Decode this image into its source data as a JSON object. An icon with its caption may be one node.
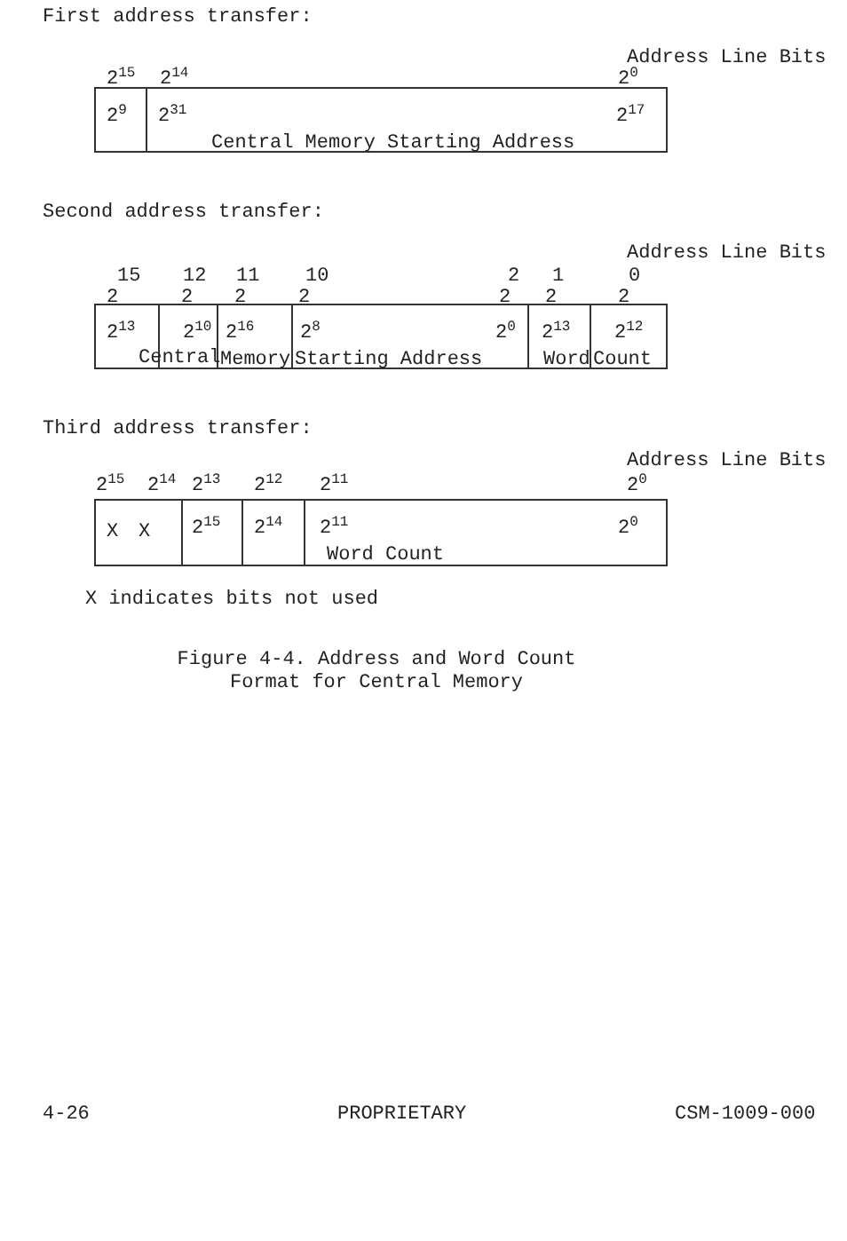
{
  "diagram": {
    "caption": "Figure 4-4. Address and Word Count Format for Central Memory",
    "nodes": [
      {
        "text": [
          "2$^{9}$"
        ]
      },
      {
        "text": [
          "2$^{31}$",
          "2$^{17}$",
          "Central Memory Starting Address"
        ]
      },
      {
        "text": [
          "2$^{13}$"
        ]
      },
      {
        "text": [
          "2$^{10}$"
        ]
      },
      {
        "text": [
          "2$^{16}$",
          "Memory"
        ]
      },
      {
        "text": [
          "2$^{8}$",
          "2$^{0}$",
          "Starting Address"
        ]
      },
      {
        "text": [
          "2$^{13}$",
          "Word"
        ]
      },
      {
        "text": [
          "2$^{12}$",
          "Count"
        ]
      },
      {
        "text": [
          "X",
          "X"
        ]
      },
      {
        "text": [
          "2$^{15}$"
        ]
      },
      {
        "text": [
          "2$^{14}$"
        ]
      },
      {
        "text": [
          "2$^{11}$",
          "2$^{0}$",
          "Word Count"
        ]
      }
    ],
    "labels": [
      "First address transfer:",
      "Address Line Bits",
      "2$^{15}$",
      "2$^{14}$",
      "2$^{0}$",
      "Second address transfer:",
      "Address Line Bits",
      "15",
      "12",
      "11",
      "10",
      "2",
      "1",
      "0",
      "2",
      "2",
      "2",
      "2",
      "2",
      "2",
      "2",
      "Central",
      "Third address transfer:",
      "Address Line Bits",
      "2$^{15}$",
      "2$^{14}$",
      "2$^{13}$",
      "2$^{12}$",
      "2$^{11}$",
      "2$^{0}$",
      "X indicates bits not used",
      "4-26",
      "PROPRIETARY",
      "CSM-1009-000"
    ]
  }
}
